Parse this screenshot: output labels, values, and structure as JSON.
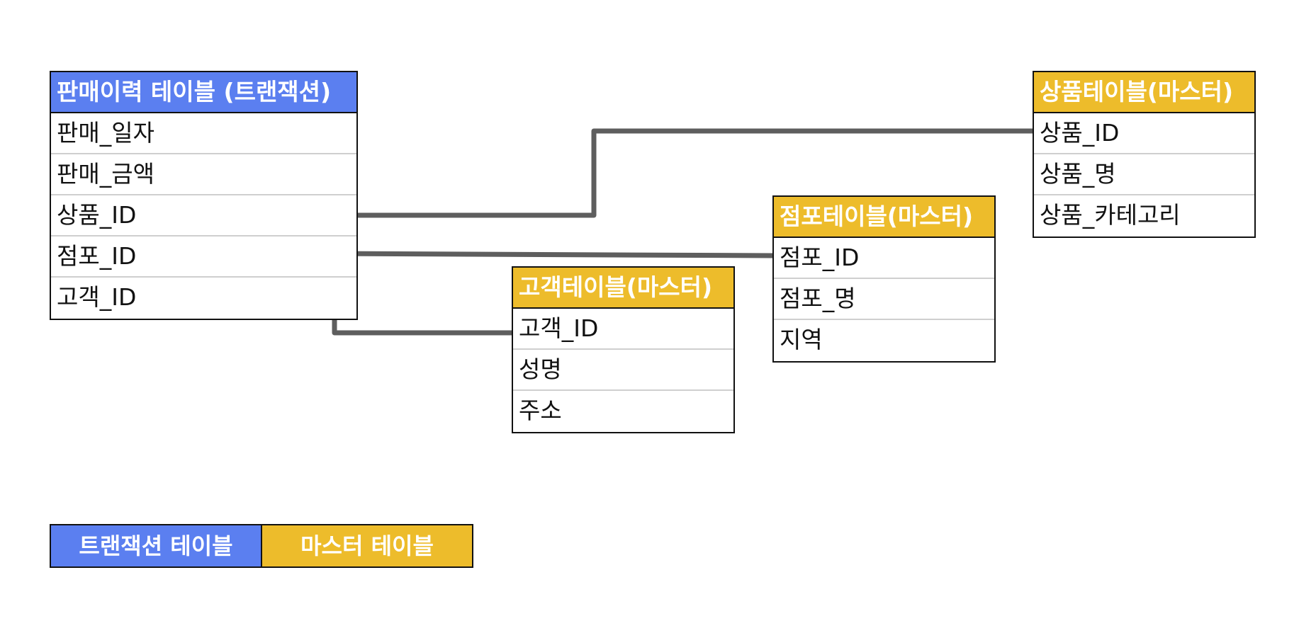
{
  "colors": {
    "transaction": "#5b7ff0",
    "master": "#edbc2b",
    "connector": "#5e5e5e"
  },
  "tables": {
    "sales": {
      "title": "판매이력 테이블 (트랜잭션)",
      "fields": [
        "판매_일자",
        "판매_금액",
        "상품_ID",
        "점포_ID",
        "고객_ID"
      ]
    },
    "product": {
      "title": "상품테이블(마스터)",
      "fields": [
        "상품_ID",
        "상품_명",
        "상품_카테고리"
      ]
    },
    "store": {
      "title": "점포테이블(마스터)",
      "fields": [
        "점포_ID",
        "점포_명",
        "지역"
      ]
    },
    "customer": {
      "title": "고객테이블(마스터)",
      "fields": [
        "고객_ID",
        "성명",
        "주소"
      ]
    }
  },
  "relations": [
    {
      "from": "sales.상품_ID",
      "to": "product.상품_ID"
    },
    {
      "from": "sales.점포_ID",
      "to": "store.점포_ID"
    },
    {
      "from": "sales.고객_ID",
      "to": "customer.고객_ID"
    }
  ],
  "legend": {
    "transaction_label": "트랜잭션 테이블",
    "master_label": "마스터 테이블"
  }
}
